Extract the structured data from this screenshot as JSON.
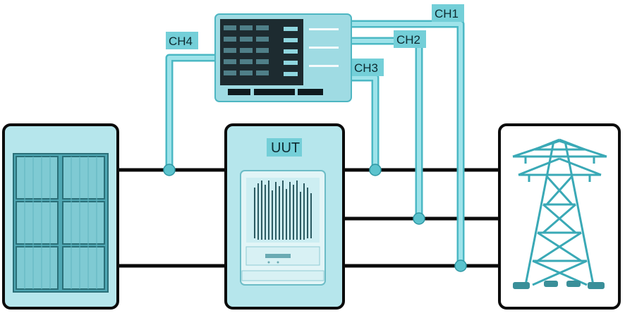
{
  "labels": {
    "ch1": "CH1",
    "ch2": "CH2",
    "ch3": "CH3",
    "ch4": "CH4",
    "uut": "UUT"
  },
  "colors": {
    "accent": "#7fd3dd",
    "accent_dark": "#3aa9b6",
    "panel_fill": "#b6e6ec",
    "wire": "#0b0b0b",
    "probe": "#74cfd8",
    "screen": "#1d2b30"
  },
  "icons": {
    "solar": "solar-panel-icon",
    "inverter": "inverter-icon",
    "tower": "transmission-tower-icon",
    "analyzer": "power-analyzer-icon"
  }
}
